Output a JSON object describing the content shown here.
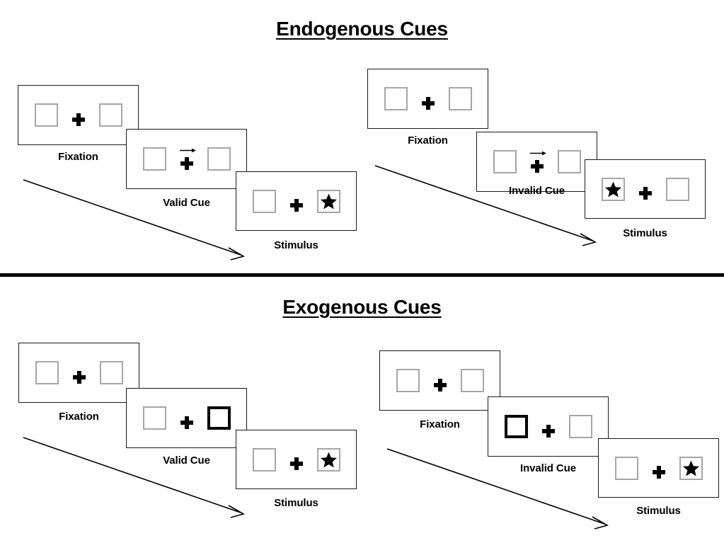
{
  "sections": [
    {
      "id": "endogenous",
      "title": "Endogenous Cues",
      "columns": [
        {
          "id": "endogenous-valid",
          "steps": [
            {
              "label": "Fixation",
              "left_content": "empty",
              "right_content": "empty",
              "cue": "none",
              "cued_side": "none"
            },
            {
              "label": "Valid Cue",
              "left_content": "empty",
              "right_content": "empty",
              "cue": "arrow-right",
              "cued_side": "none"
            },
            {
              "label": "Stimulus",
              "left_content": "empty",
              "right_content": "star",
              "cue": "none",
              "cued_side": "none"
            }
          ]
        },
        {
          "id": "endogenous-invalid",
          "steps": [
            {
              "label": "Fixation",
              "left_content": "empty",
              "right_content": "empty",
              "cue": "none",
              "cued_side": "none"
            },
            {
              "label": "Invalid Cue",
              "left_content": "empty",
              "right_content": "empty",
              "cue": "arrow-right",
              "cued_side": "none"
            },
            {
              "label": "Stimulus",
              "left_content": "star",
              "right_content": "empty",
              "cue": "none",
              "cued_side": "none"
            }
          ]
        }
      ]
    },
    {
      "id": "exogenous",
      "title": "Exogenous Cues",
      "columns": [
        {
          "id": "exogenous-valid",
          "steps": [
            {
              "label": "Fixation",
              "left_content": "empty",
              "right_content": "empty",
              "cue": "none",
              "cued_side": "none"
            },
            {
              "label": "Valid Cue",
              "left_content": "empty",
              "right_content": "empty",
              "cue": "none",
              "cued_side": "right"
            },
            {
              "label": "Stimulus",
              "left_content": "empty",
              "right_content": "star",
              "cue": "none",
              "cued_side": "none"
            }
          ]
        },
        {
          "id": "exogenous-invalid",
          "steps": [
            {
              "label": "Fixation",
              "left_content": "empty",
              "right_content": "empty",
              "cue": "none",
              "cued_side": "none"
            },
            {
              "label": "Invalid Cue",
              "left_content": "empty",
              "right_content": "empty",
              "cue": "none",
              "cued_side": "left"
            },
            {
              "label": "Stimulus",
              "left_content": "empty",
              "right_content": "star",
              "cue": "none",
              "cued_side": "none"
            }
          ]
        }
      ]
    }
  ],
  "icons": {
    "fixation_cross": "plus-cross-icon",
    "arrow_cue": "arrow-right-icon",
    "stimulus": "star-icon",
    "flow": "diagonal-arrow-icon"
  },
  "colors": {
    "ink": "#000000",
    "frame_border": "#1a1a1a",
    "box_border": "#a6a6a6",
    "cued_box_border": "#000000",
    "background": "#ffffff"
  },
  "labels": {
    "fixation": "Fixation",
    "valid_cue": "Valid Cue",
    "invalid_cue": "Invalid Cue",
    "stimulus": "Stimulus"
  }
}
